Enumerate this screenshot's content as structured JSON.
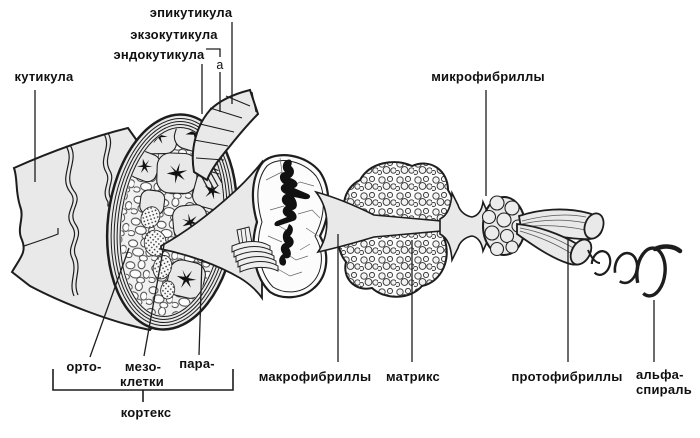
{
  "labels": {
    "epicuticle": "эпикутикула",
    "exocuticle": "экзокутикула",
    "endocuticle": "эндокутикула",
    "a_layer": "а",
    "cuticle": "кутикула",
    "microfibrils": "микрофибриллы",
    "ortho": "орто-",
    "meso_line1": "мезо-",
    "meso_line2": "клетки",
    "para": "пара-",
    "cortex": "кортекс",
    "macrofibrils": "макрофибриллы",
    "matrix": "матрикс",
    "protofibrils": "протофибриллы",
    "alpha_line1": "альфа-",
    "alpha_line2": "спираль"
  },
  "colors": {
    "background": "#ffffff",
    "fiber_fill": "#e9e9e9",
    "outline": "#1d1d1d",
    "melanin": "#111111"
  }
}
